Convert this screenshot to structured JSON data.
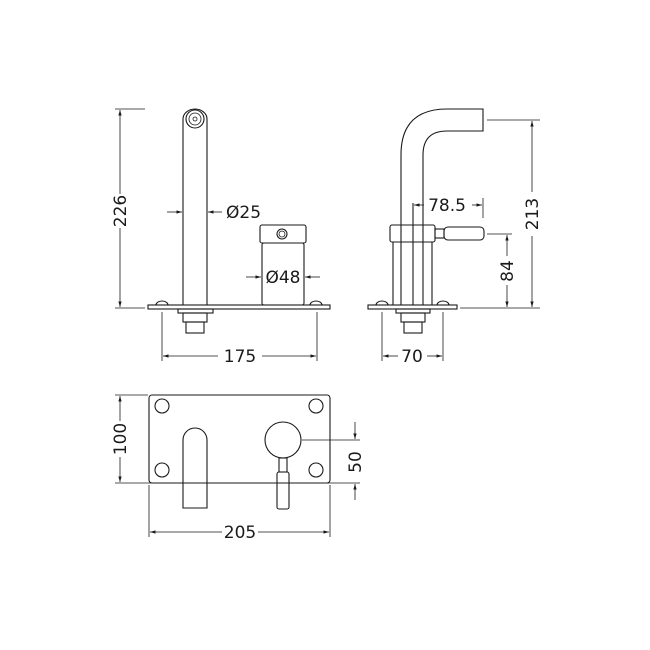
{
  "front_view": {
    "height": "226",
    "spout_diameter": "Ø25",
    "handle_diameter": "Ø48",
    "width": "175"
  },
  "side_view": {
    "height": "213",
    "projection": "78.5",
    "handle_height": "84",
    "width": "70"
  },
  "plan_view": {
    "height": "100",
    "handle_offset": "50",
    "width": "205"
  },
  "colors": {
    "line": "#1a1a1a",
    "background": "#ffffff"
  }
}
